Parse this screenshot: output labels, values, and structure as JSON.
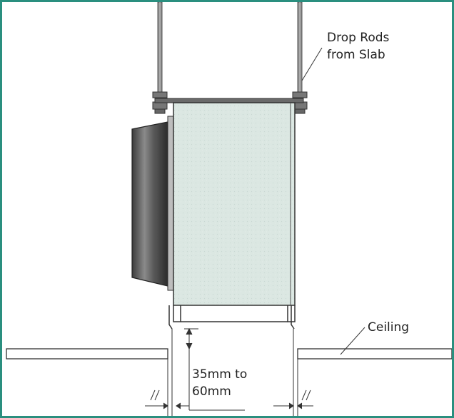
{
  "frame_color": "#2a8f7f",
  "unit_fill_color": "#dbe7e2",
  "labels": {
    "drop_rods_line1": "Drop Rods",
    "drop_rods_line2": "from Slab",
    "ceiling": "Ceiling",
    "gap_line1": "35mm to",
    "gap_line2": "60mm"
  }
}
